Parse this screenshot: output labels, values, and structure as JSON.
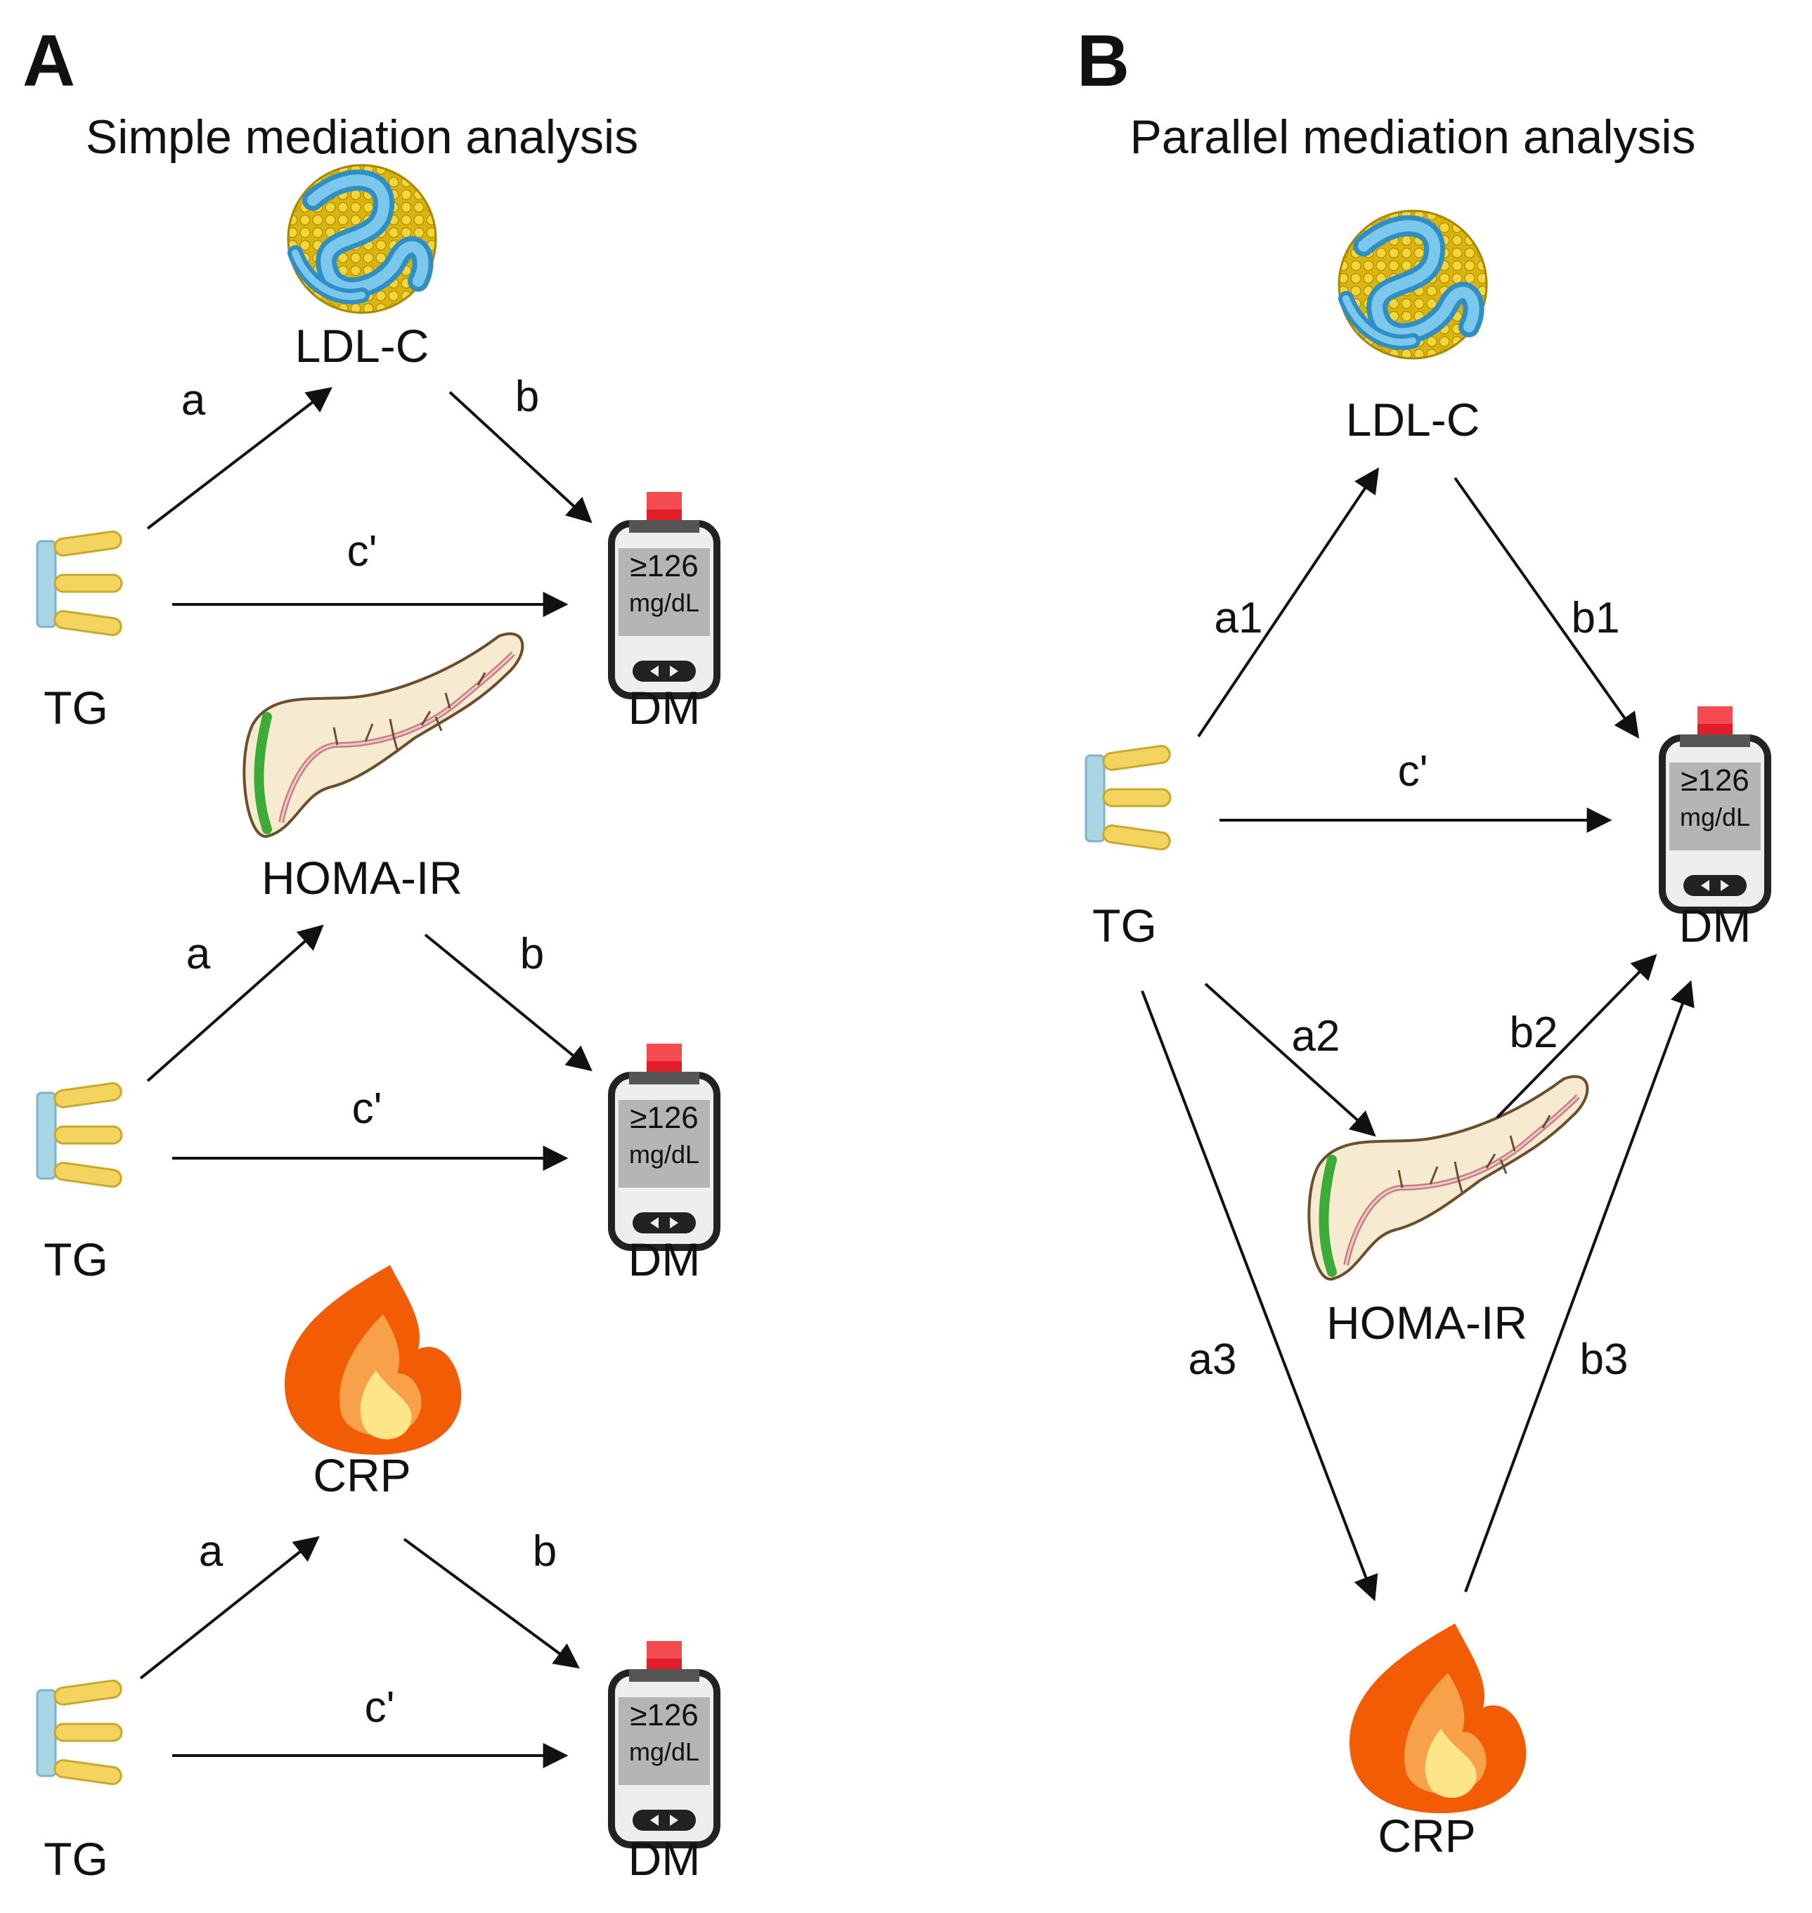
{
  "panel_a": {
    "letter": "A",
    "title": "Simple mediation analysis",
    "models": [
      {
        "mediator": "LDL-C",
        "exposure": "TG",
        "outcome": "DM",
        "path_a": "a",
        "path_b": "b",
        "path_c": "c'"
      },
      {
        "mediator": "HOMA-IR",
        "exposure": "TG",
        "outcome": "DM",
        "path_a": "a",
        "path_b": "b",
        "path_c": "c'"
      },
      {
        "mediator": "CRP",
        "exposure": "TG",
        "outcome": "DM",
        "path_a": "a",
        "path_b": "b",
        "path_c": "c'"
      }
    ]
  },
  "panel_b": {
    "letter": "B",
    "title": "Parallel mediation analysis",
    "exposure": "TG",
    "outcome": "DM",
    "mediators": [
      "LDL-C",
      "HOMA-IR",
      "CRP"
    ],
    "paths": {
      "a1": "a1",
      "b1": "b1",
      "a2": "a2",
      "b2": "b2",
      "a3": "a3",
      "b3": "b3",
      "c": "c'"
    }
  },
  "meter": {
    "line1": "≥126",
    "line2": "mg/dL"
  },
  "colors": {
    "arrow": "#111111",
    "ldl_blue": "#5aaed8",
    "ldl_gold": "#e2c21f",
    "tg_blue": "#a9d6e5",
    "tg_yellow": "#f4d35e",
    "flame_outer": "#f25c05",
    "flame_inner": "#fde68a",
    "meter_red": "#e11d2a",
    "pancreas": "#f6ead0",
    "pancreas_green": "#3cab38"
  },
  "icons": [
    "ldl-particle-icon",
    "triglyceride-icon",
    "glucose-meter-icon",
    "pancreas-icon",
    "flame-icon"
  ]
}
